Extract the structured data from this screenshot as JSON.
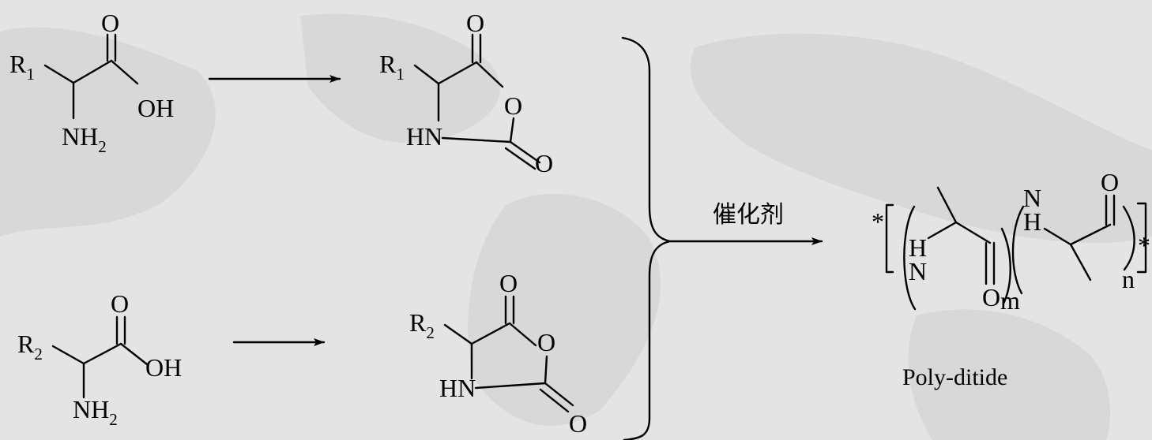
{
  "reactant1": {
    "r_group": "R",
    "r_index": "1",
    "carbonyl_o": "O",
    "hydroxyl": "OH",
    "amine": "NH",
    "amine_index": "2"
  },
  "reactant2": {
    "r_group": "R",
    "r_index": "2",
    "carbonyl_o": "O",
    "hydroxyl": "OH",
    "amine": "NH",
    "amine_index": "2"
  },
  "nca1": {
    "r_group": "R",
    "r_index": "1",
    "carbonyl_o": "O",
    "ring_o": "O",
    "ring_n": "HN",
    "exo_o": "O"
  },
  "nca2": {
    "r_group": "R",
    "r_index": "2",
    "carbonyl_o": "O",
    "ring_o": "O",
    "ring_n": "HN",
    "exo_o": "O"
  },
  "catalyst_label": "催化剂",
  "polymer": {
    "end_left": "*",
    "end_right": "*",
    "nh1_h": "H",
    "nh1_n": "N",
    "o1": "O",
    "repeat_m": "m",
    "nh2_n": "N",
    "nh2_h": "H",
    "o2": "O",
    "repeat_n": "n",
    "name": "Poly-ditide"
  }
}
